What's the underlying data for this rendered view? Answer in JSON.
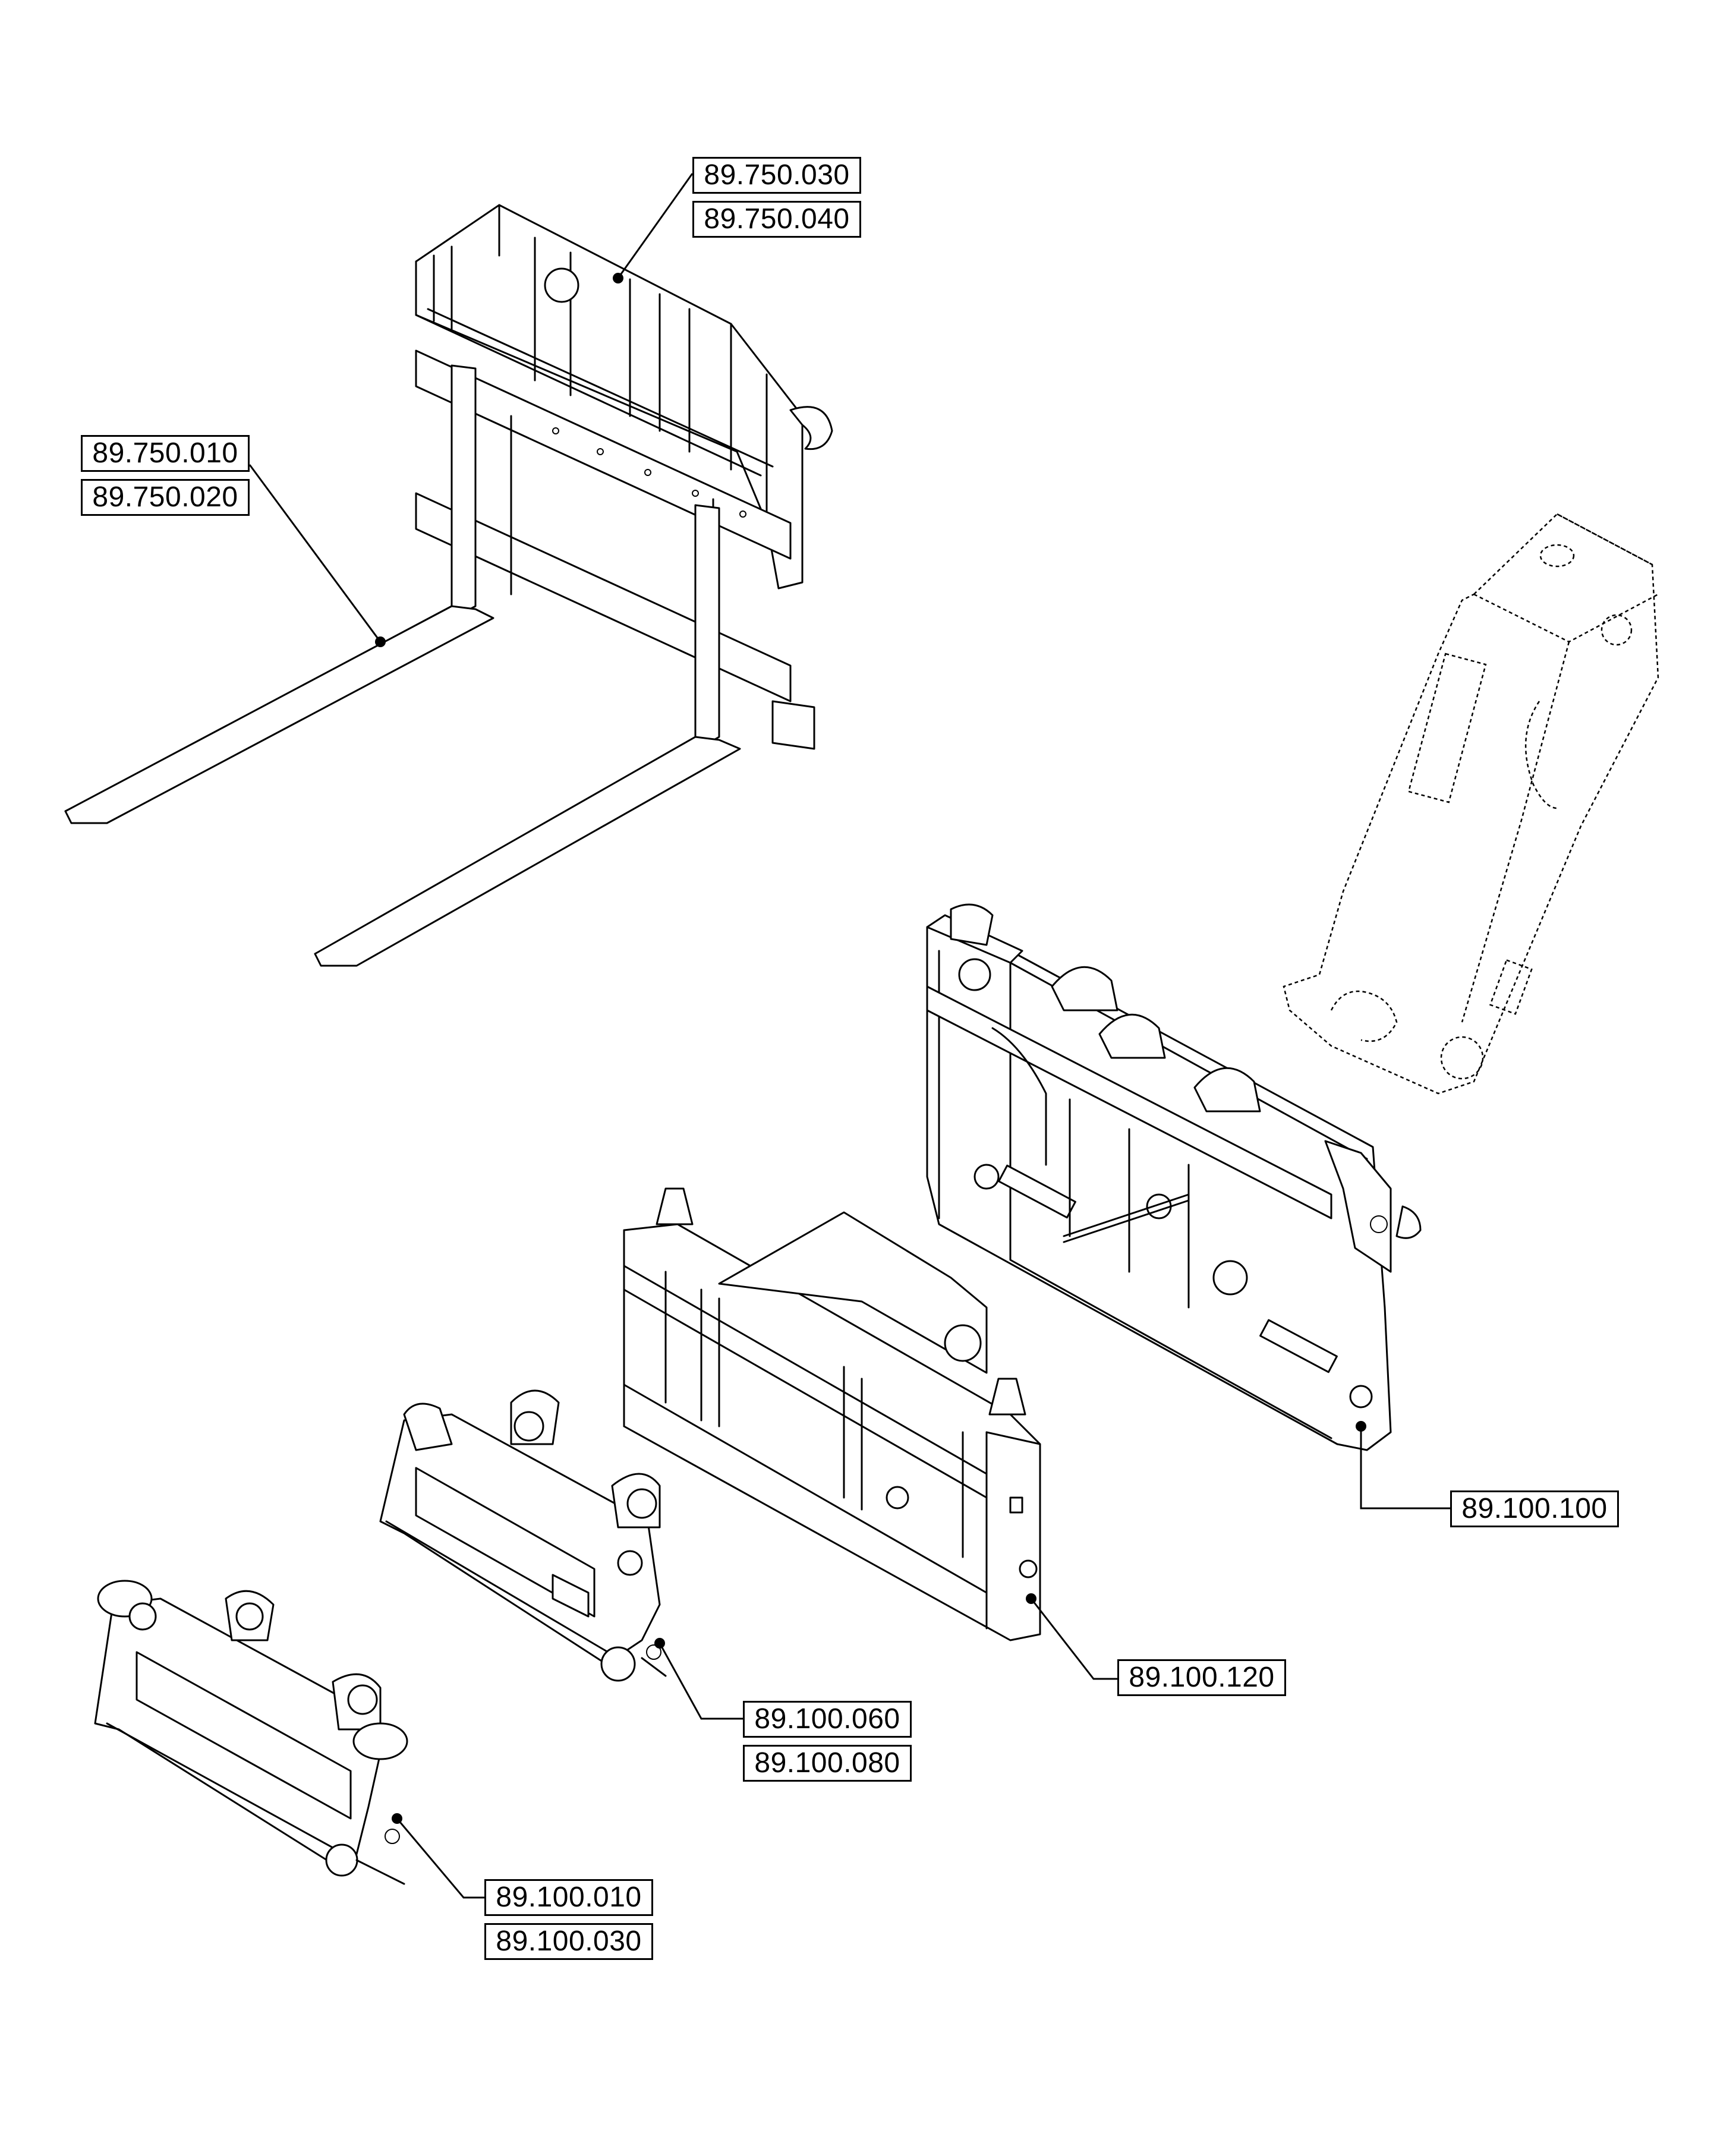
{
  "callouts": [
    {
      "id": "fork-carriage",
      "codes": [
        "89.750.030",
        "89.750.040"
      ]
    },
    {
      "id": "forks",
      "codes": [
        "89.750.010",
        "89.750.020"
      ]
    },
    {
      "id": "quick-hitch-large",
      "codes": [
        "89.100.100"
      ]
    },
    {
      "id": "skid-steer-plate",
      "codes": [
        "89.100.120"
      ]
    },
    {
      "id": "coupler-medium",
      "codes": [
        "89.100.060",
        "89.100.080"
      ]
    },
    {
      "id": "coupler-small",
      "codes": [
        "89.100.010",
        "89.100.030"
      ]
    }
  ]
}
